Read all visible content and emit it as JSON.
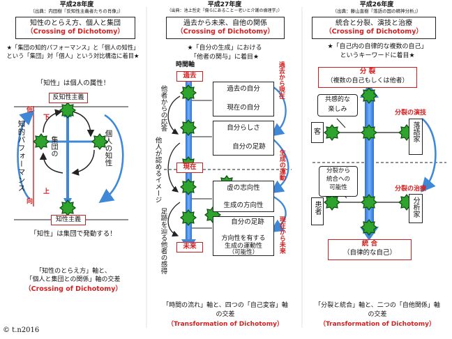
{
  "col1": {
    "year": "平成28年度",
    "source": "（出典：内田樹『反知性主義者たちの肖像』）",
    "title_line1": "知性のとらえ方、個人と集団",
    "title_line2": "（Crossing of Dichotomy）",
    "note_line1": "★「集団の知的パフォーマンス」と「個人の知性」",
    "note_line2": "という「集団」対「個人」という対比構造に着目★",
    "caption_top": "「知性」は個人の属性！",
    "top_box": "反知性主義",
    "bottom_box": "知性主義",
    "left_vertical": "知的パフォーマンス",
    "mid_vertical": "集団の",
    "right_vertical": "個人の知性",
    "low": "低",
    "high": "向",
    "down": "下",
    "up": "上",
    "caption_bottom": "「知性」は集団で発動する！",
    "axis_line1": "「知性のとらえ方」軸と、",
    "axis_line2": "「個人と集団との関係」軸の交差",
    "axis_line3": "（Crossing of Dichotomy）"
  },
  "col2": {
    "year": "平成27年度",
    "source": "（出典：池上哲史『傷らにあること－老いと介護の倫理学』）",
    "title_line1": "過去から未来、自他の関係",
    "title_line2": "（Crossing of Dichotomy）",
    "note_line1": "★「自分の生成」における",
    "note_line2": "「他者の関与」に着目★",
    "time_axis": "時間軸",
    "past": "過去",
    "present": "現在",
    "future": "未来",
    "left_v1": "他者からの応答",
    "left_v2": "他人が認めるイメージ",
    "left_v3": "足跡を辿る他者の感得",
    "box1_line1": "過去の自分",
    "box1_line2": "現在の自分",
    "box2_line1": "自分らしさ",
    "box2_line2": "自分の足跡",
    "box3_line1": "虚の志向性",
    "box3_line2": "生成の方向性",
    "box4_line1": "自分の足跡",
    "box4_line2": "方向性を有する",
    "box4_line3": "生成の運動性",
    "box4_line4": "（可能性）",
    "right_v1": "過去から現在",
    "right_v2": "生成の運動",
    "right_v3": "現在から未来",
    "axis_line1": "「時間の流れ」軸と、四つの「自己変容」軸",
    "axis_line2": "の交差",
    "axis_line3": "（Transformation of Dichotomy）"
  },
  "col3": {
    "year": "平成26年度",
    "source": "（出典：藤山直樹『落語の国の精神分析』）",
    "title_line1": "統合と分裂、演技と治療",
    "title_line2": "（Crossing of Dichotomy）",
    "note_line1": "★「自己内の自律的な複数の自己」",
    "note_line2": "というキーワードに着目★",
    "split_title": "分 裂",
    "split_sub": "（複数の自己もしくは他者）",
    "bubble1_line1": "共感的な",
    "bubble1_line2": "楽しみ",
    "guest": "客",
    "performer": "落語家",
    "split_act": "分裂の演技",
    "bubble2_line1": "分裂から",
    "bubble2_line2": "統合への",
    "bubble2_line3": "可能性",
    "patient": "患者",
    "split_cure": "分裂の治療",
    "analyst": "分析家",
    "unify_title": "統 合",
    "unify_sub": "（自律的な自己）",
    "axis_line1": "「分裂と統合」軸と、二つの「自他関係」軸",
    "axis_line2": "の交差",
    "axis_line3": "（Transformation of Dichotomy）"
  },
  "copyright": "© t.n2016"
}
